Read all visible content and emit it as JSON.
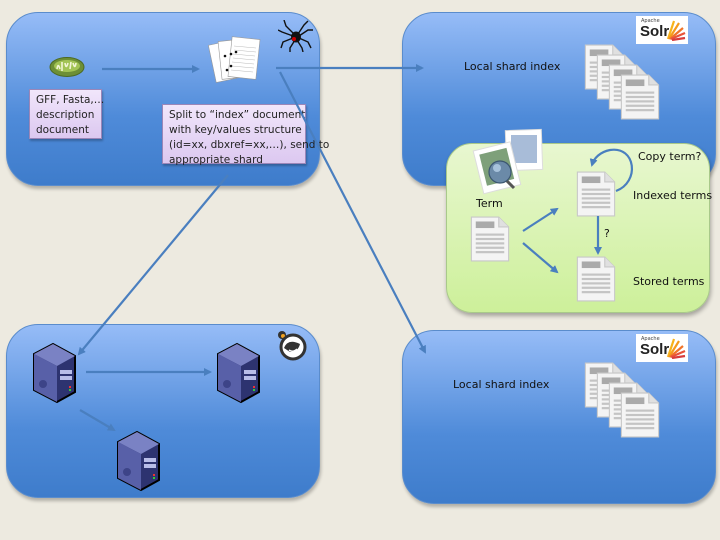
{
  "panels": {
    "ingest": {
      "source_note": [
        "GFF, Fasta,…",
        "description",
        "document"
      ],
      "split_note": [
        "Split to “index” document",
        "with key/values structure",
        "(id=xx, dbxref=xx,…), send to",
        "appropriate shard"
      ]
    },
    "shard_top": {
      "label": "Local shard index",
      "logo": {
        "apache": "Apache",
        "word": "Solr"
      }
    },
    "shard_bottom": {
      "label": "Local shard index",
      "logo": {
        "apache": "Apache",
        "word": "Solr"
      }
    },
    "index_detail": {
      "term_label": "Term",
      "copy_term_label": "Copy term?",
      "indexed_label": "Indexed terms",
      "question_label": "?",
      "stored_label": "Stored terms"
    },
    "cluster": {}
  },
  "icons": {
    "source": "mitochondria-icon",
    "documents": "documents-stack-icon",
    "spider": "spider-icon",
    "solr": "solr-logo",
    "index_files": "index-files-icon",
    "term_search": "image-search-icon",
    "server": "server-icon",
    "cluster_logo": "cluster-logo-icon"
  },
  "colors": {
    "background": "#edeae0",
    "panel_blue": "#4f8bd9",
    "arrow": "#4a7fbf",
    "green_panel": "#d6f3a9",
    "note_purple": "#e6d8f5"
  }
}
